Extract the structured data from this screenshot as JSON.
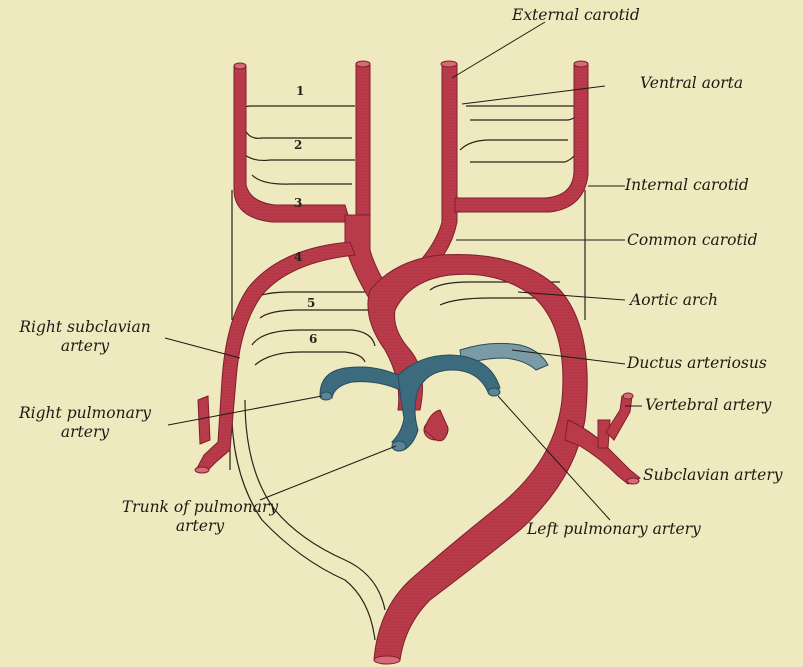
{
  "labels": {
    "external_carotid": "External carotid",
    "ventral_aorta": "Ventral aorta",
    "internal_carotid": "Internal carotid",
    "common_carotid": "Common carotid",
    "aortic_arch": "Aortic arch",
    "ductus_arteriosus": "Ductus arteriosus",
    "vertebral_artery": "Vertebral artery",
    "subclavian_artery": "Subclavian artery",
    "left_pulmonary_artery": "Left pulmonary artery",
    "right_subclavian_artery_line1": "Right subclavian",
    "right_subclavian_artery_line2": "artery",
    "right_pulmonary_artery_line1": "Right pulmonary",
    "right_pulmonary_artery_line2": "artery",
    "trunk_pulmonary_artery_line1": "Trunk of pulmonary",
    "trunk_pulmonary_artery_line2": "artery"
  },
  "arch_numbers": [
    "1",
    "2",
    "3",
    "4",
    "5",
    "6"
  ],
  "colors": {
    "paper": "#efe9bf",
    "artery": "#b93b4a",
    "artery_dark": "#8e2433",
    "pulmonary": "#3d6b7e",
    "pulmonary_dark": "#2a4b5a",
    "ink": "#1e1a14"
  }
}
